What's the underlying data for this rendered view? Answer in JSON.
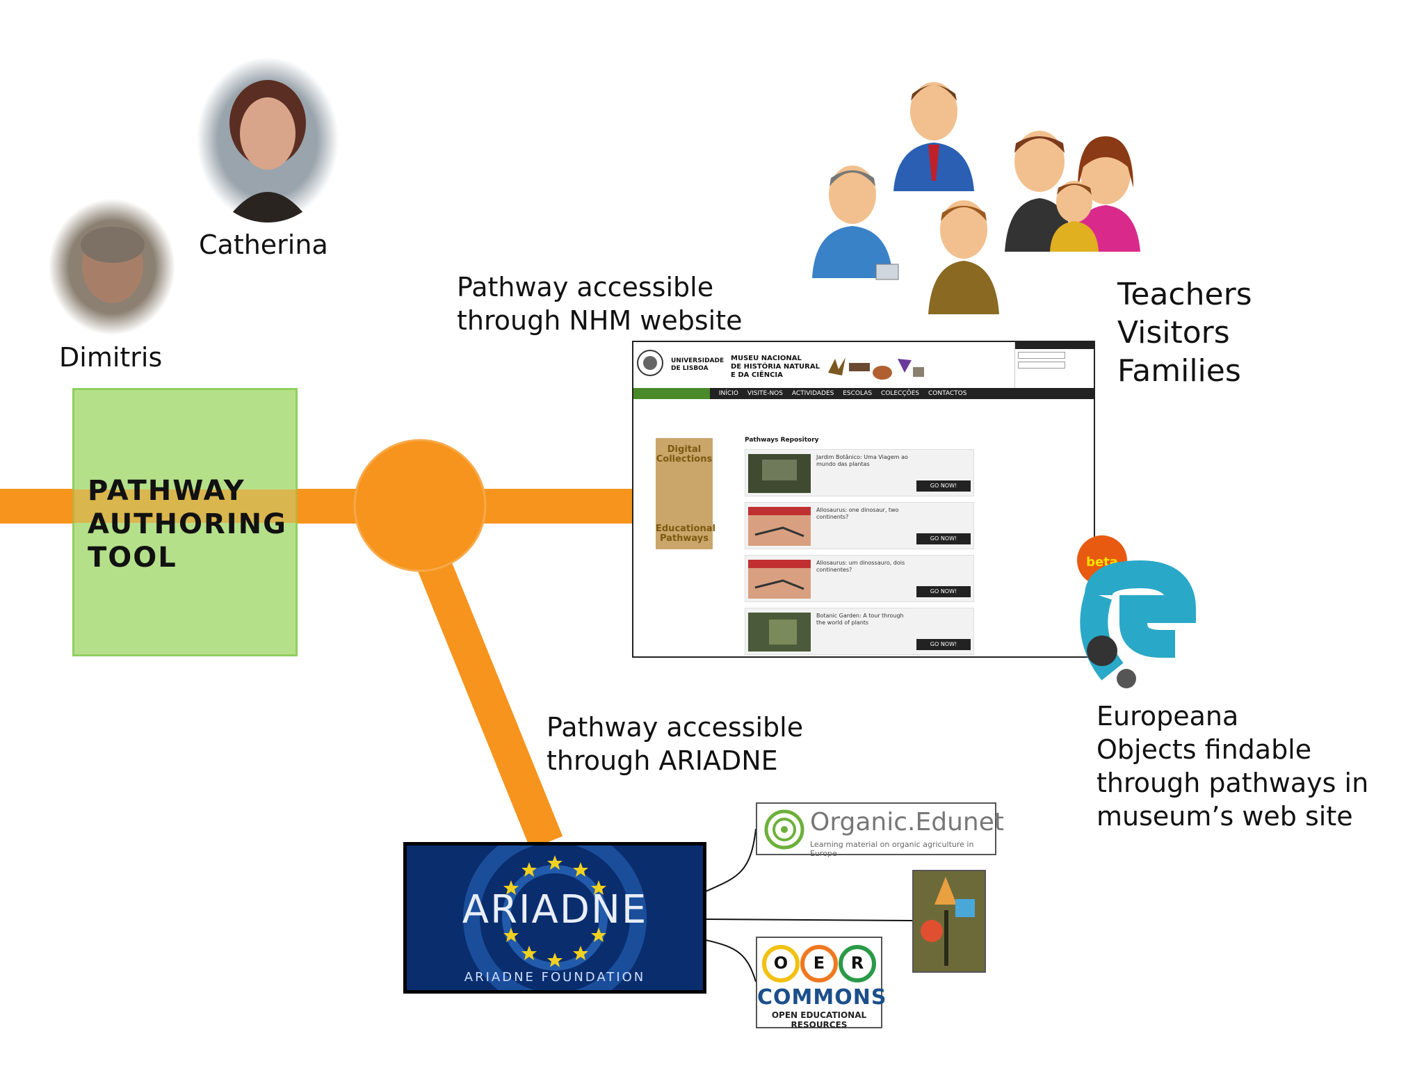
{
  "people": {
    "catherina": "Catherina",
    "dimitris": "Dimitris"
  },
  "tool": {
    "line1": "PATHWAY",
    "line2": "AUTHORING",
    "line3": "TOOL"
  },
  "nhm_label": {
    "line1": "Pathway accessible",
    "line2": "through NHM website"
  },
  "audience": {
    "line1": "Teachers",
    "line2": "Visitors",
    "line3": "Families"
  },
  "ariadne_label": {
    "line1": "Pathway accessible",
    "line2": "through ARIADNE"
  },
  "europeana": {
    "line1": "Europeana",
    "line2": "Objects findable",
    "line3": "through pathways in",
    "line4": "museum’s web site",
    "badge": "beta"
  },
  "website": {
    "university": "UNIVERSIDADE DE LISBOA",
    "museum_l1": "MUSEU NACIONAL",
    "museum_l2": "DE HISTÓRIA NATURAL",
    "museum_l3": "E DA CIÊNCIA",
    "nav": [
      "INÍCIO",
      "VISITE-NOS",
      "ACTIVIDADES",
      "ESCOLAS",
      "COLECÇÕES",
      "CONTACTOS"
    ],
    "repo_title": "Pathways Repository",
    "side_top": "Digital Collections",
    "side_bottom": "Educational Pathways",
    "go_label": "GO NOW!",
    "items": [
      {
        "text": "Jardim Botânico: Uma Viagem ao mundo das plantas"
      },
      {
        "text": "Allosaurus: one dinosaur, two continents?"
      },
      {
        "text": "Allosaurus: um dinossauro, dois continentes?"
      },
      {
        "text": "Botanic Garden: A tour through the world of plants"
      }
    ]
  },
  "ariadne": {
    "name": "ARIADNE",
    "foundation": "ARIADNE FOUNDATION"
  },
  "organic": {
    "name": "Organic.Edunet",
    "subtitle": "Learning material on organic agriculture in Europe"
  },
  "oer": {
    "o": "O",
    "e": "E",
    "r": "R",
    "commons": "COMMONS",
    "subtitle": "OPEN EDUCATIONAL RESOURCES"
  },
  "colors": {
    "pathway_orange": "#f7941d",
    "tool_green": "#b5e08a"
  }
}
